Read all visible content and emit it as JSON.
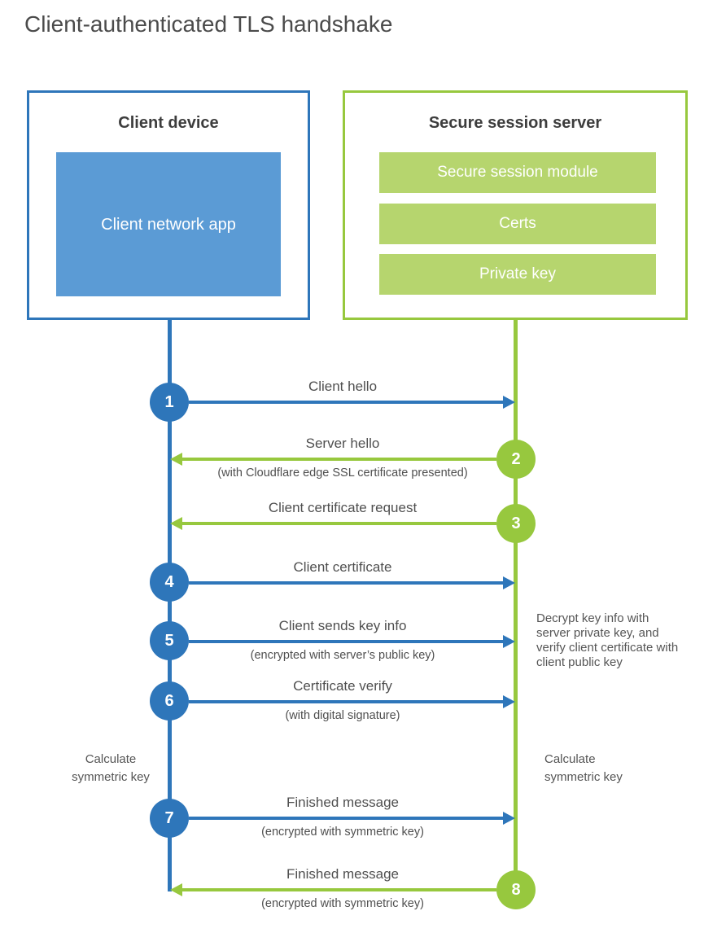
{
  "title": "Client-authenticated TLS handshake",
  "colors": {
    "client_accent": "#2e76ba",
    "client_fill": "#5b9bd5",
    "server_accent": "#97c83e",
    "server_fill": "#b6d56e",
    "heading_text": "#4b4b4b",
    "label_text": "#4f4f4f"
  },
  "client_box": {
    "title": "Client device",
    "inner_label": "Client network app"
  },
  "server_box": {
    "title": "Secure session server",
    "modules": [
      "Secure session module",
      "Certs",
      "Private key"
    ]
  },
  "steps": [
    {
      "num": "1",
      "label": "Client hello",
      "sub": "",
      "from": "client",
      "to": "server",
      "color": "blue"
    },
    {
      "num": "2",
      "label": "Server hello",
      "sub": "(with Cloudflare edge SSL certificate presented)",
      "from": "server",
      "to": "client",
      "color": "green"
    },
    {
      "num": "3",
      "label": "Client certificate request",
      "sub": "",
      "from": "server",
      "to": "client",
      "color": "green"
    },
    {
      "num": "4",
      "label": "Client certificate",
      "sub": "",
      "from": "client",
      "to": "server",
      "color": "blue"
    },
    {
      "num": "5",
      "label": "Client sends key info",
      "sub": "(encrypted with server’s public key)",
      "from": "client",
      "to": "server",
      "color": "blue"
    },
    {
      "num": "6",
      "label": "Certificate verify",
      "sub": "(with digital signature)",
      "from": "client",
      "to": "server",
      "color": "blue"
    },
    {
      "num": "7",
      "label": "Finished message",
      "sub": "(encrypted with symmetric key)",
      "from": "client",
      "to": "server",
      "color": "blue"
    },
    {
      "num": "8",
      "label": "Finished message",
      "sub": "(encrypted with symmetric key)",
      "from": "server",
      "to": "client",
      "color": "green"
    }
  ],
  "annotations": {
    "server_note": "Decrypt key info with server private key, and verify client certificate with client public key",
    "client_calc": "Calculate symmetric key",
    "server_calc": "Calculate symmetric key"
  }
}
